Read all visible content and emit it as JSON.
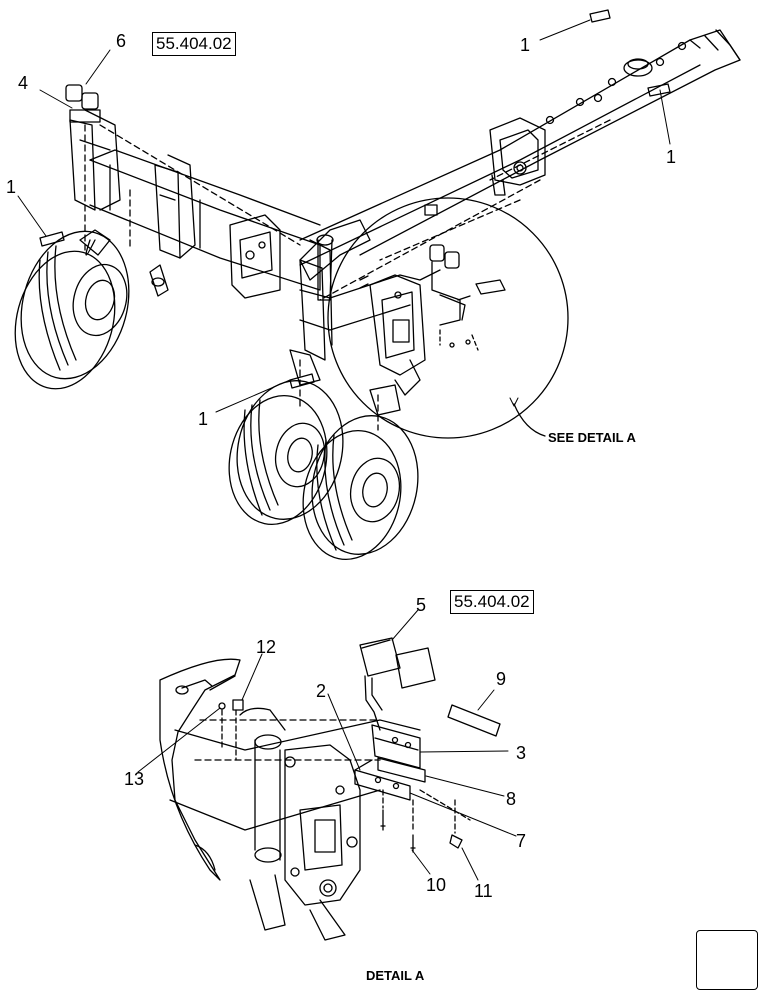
{
  "top_ref": "55.404.02",
  "detail_ref": "55.404.02",
  "see_detail": "SEE DETAIL  A",
  "detail_caption": "DETAIL A",
  "callouts_top": [
    "6",
    "4",
    "1",
    "1",
    "1",
    "1"
  ],
  "callouts_detail": [
    "5",
    "12",
    "2",
    "9",
    "3",
    "13",
    "8",
    "7",
    "10",
    "11"
  ],
  "nav_icon": "arrow-next-icon"
}
